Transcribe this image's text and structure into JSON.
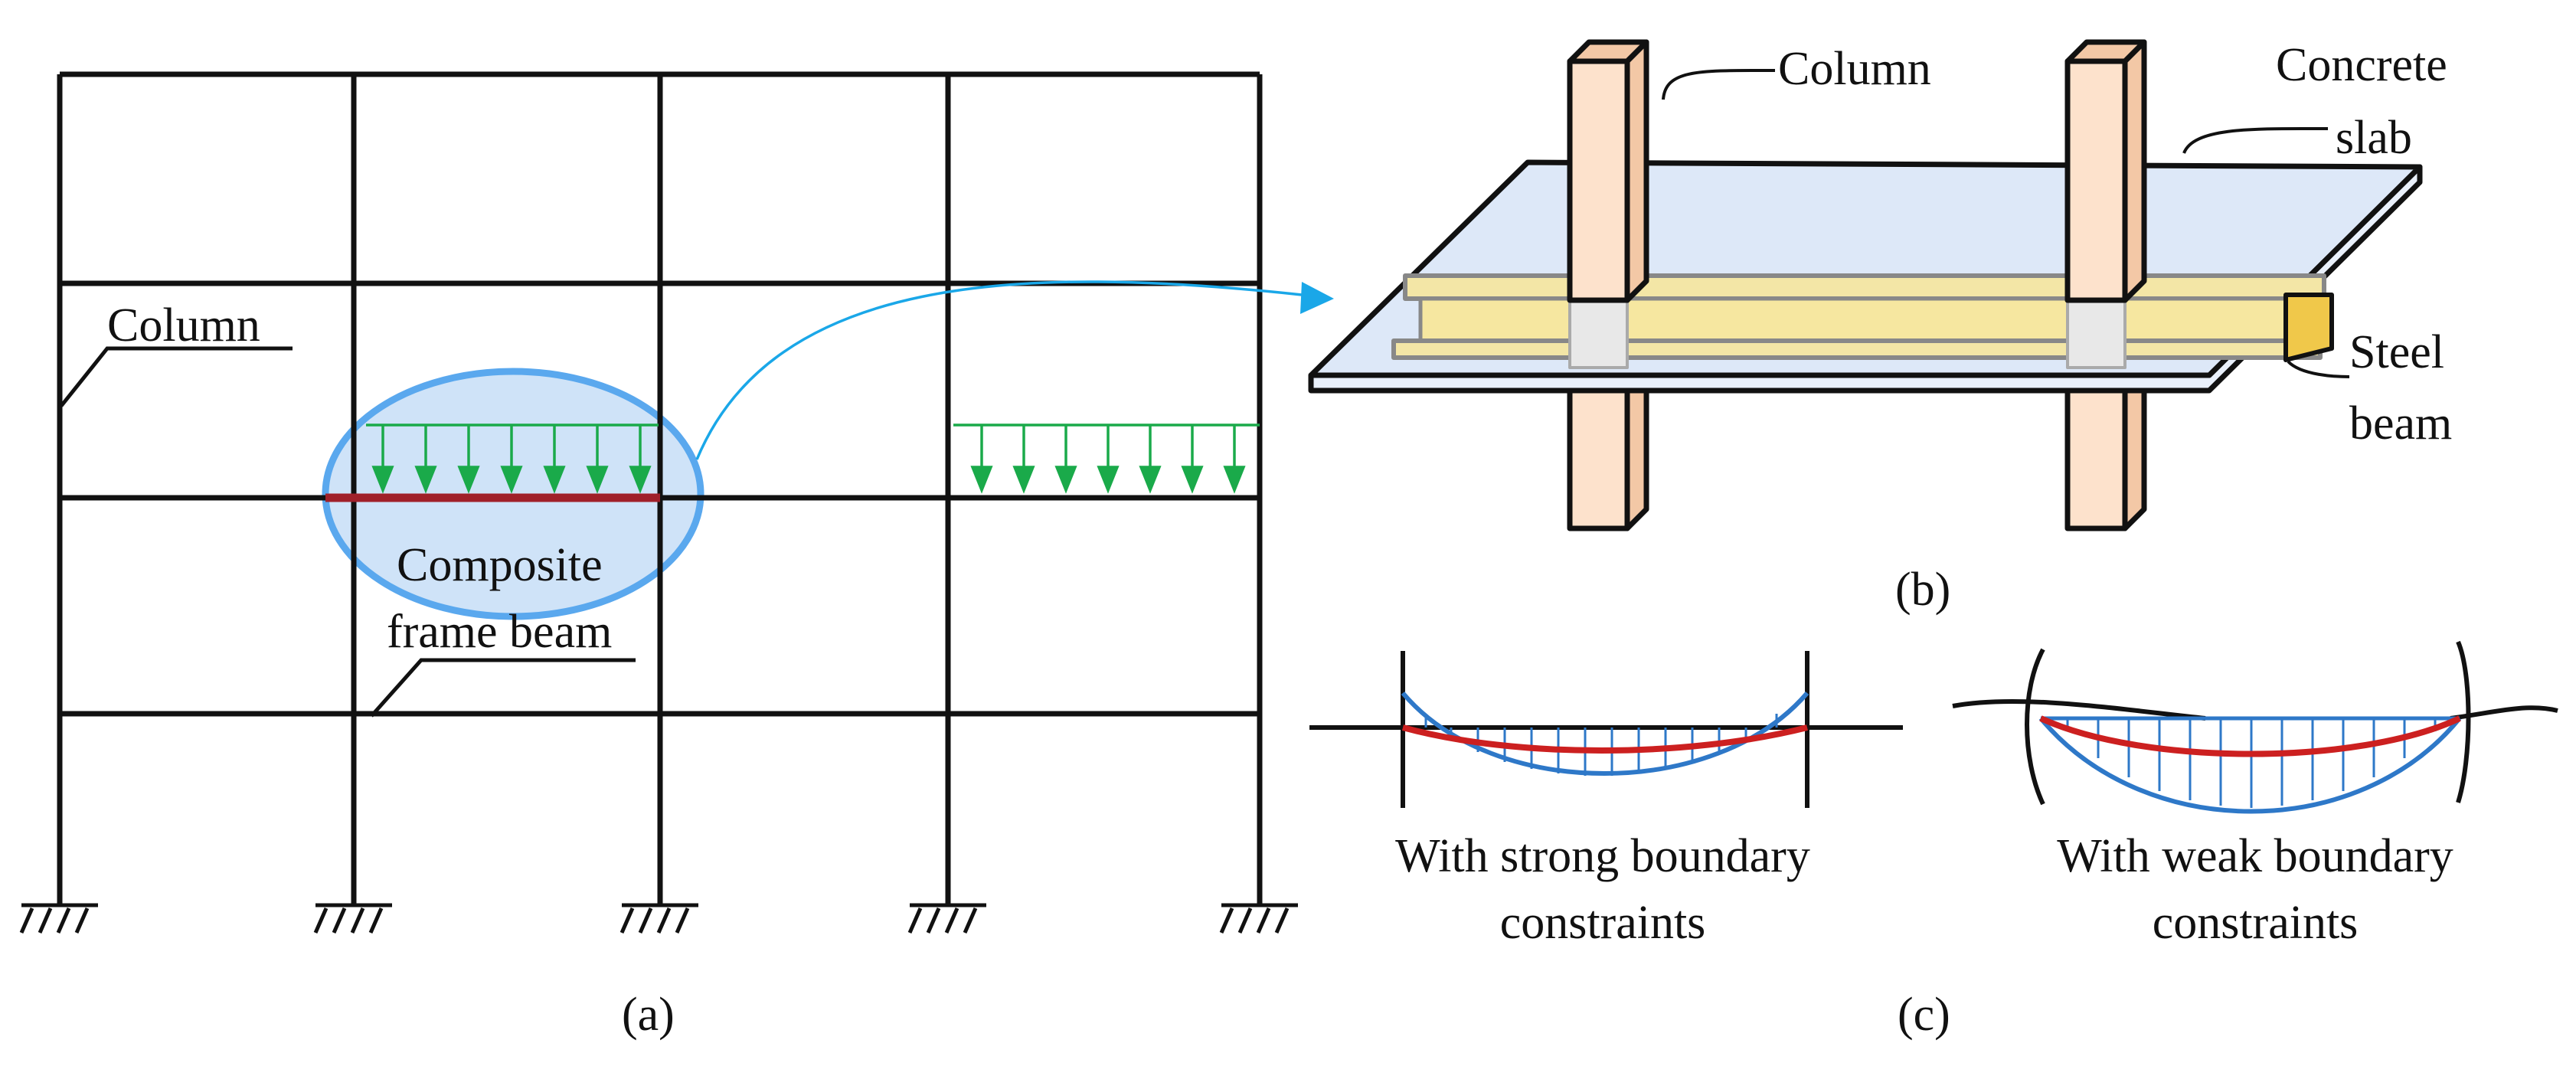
{
  "labels": {
    "a_column": "Column",
    "composite_line1": "Composite",
    "composite_line2": "frame beam",
    "b_column": "Column",
    "slab_line1": "Concrete",
    "slab_line2": "slab",
    "steel_line1": "Steel",
    "steel_line2": "beam",
    "strong_line1": "With strong boundary",
    "strong_line2": "constraints",
    "weak_line1": "With weak boundary",
    "weak_line2": "constraints",
    "caption_a": "(a)",
    "caption_b": "(b)",
    "caption_c": "(c)"
  },
  "colors": {
    "frame": "#111111",
    "load_arrows": "#1aaa4a",
    "highlight_fill": "#cfe3f8",
    "highlight_stroke": "#5aa8ee",
    "composite_beam": "#a0202a",
    "connector_arrow": "#1aa7e8",
    "column_fill": "#fde2cc",
    "slab_fill": "#dde8f8",
    "steel_fill": "#f3e6a6",
    "moment_diagram": "#2e78c8",
    "deflection": "#cc2020"
  }
}
